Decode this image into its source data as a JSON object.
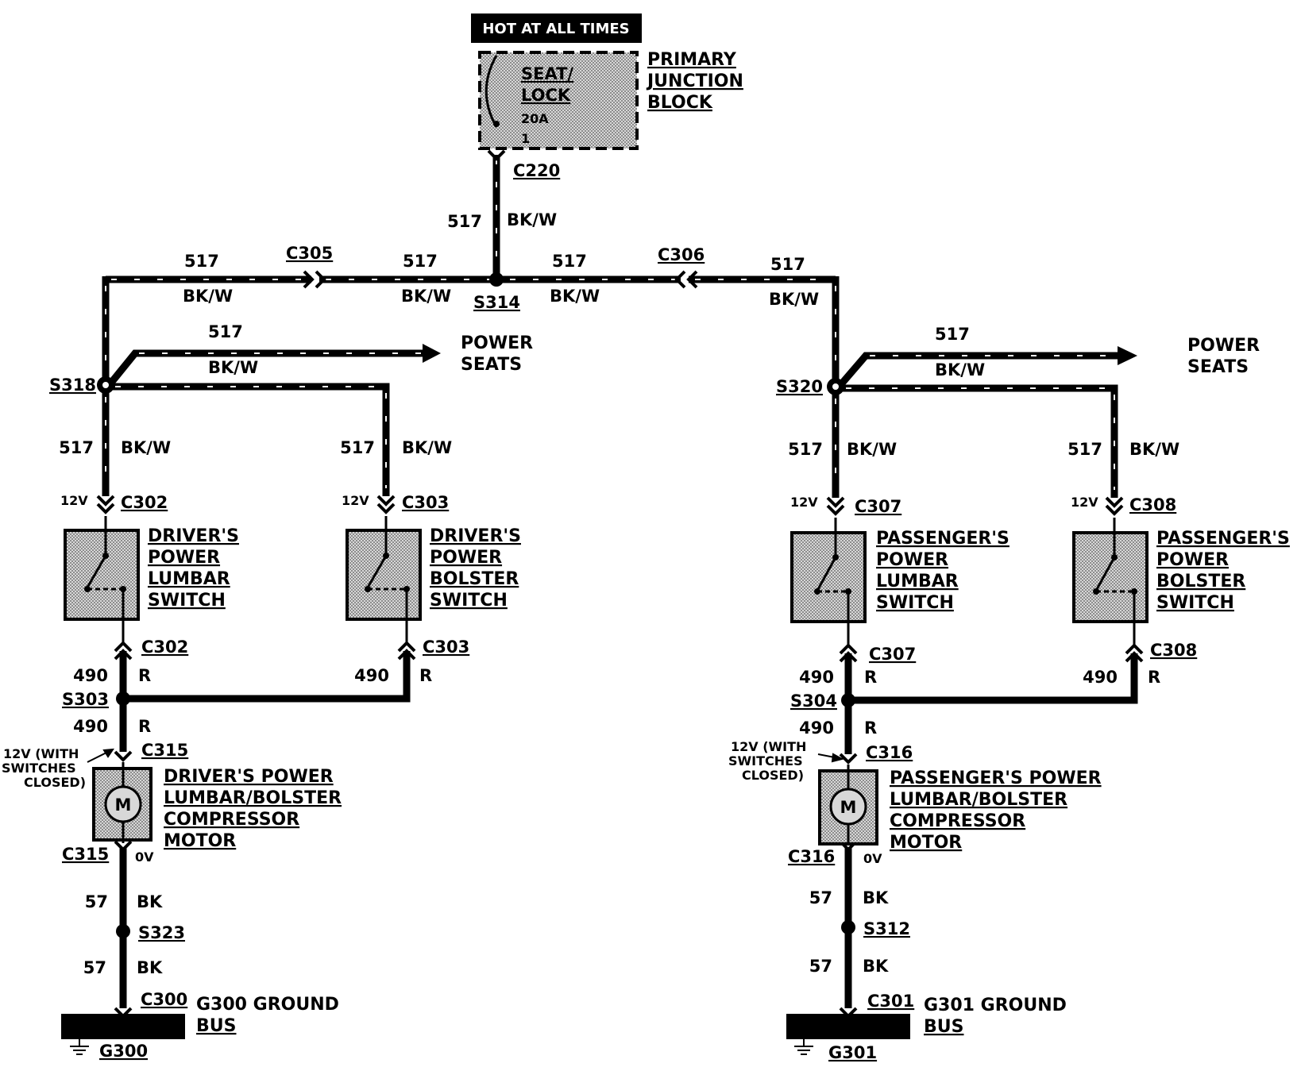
{
  "header": {
    "hot_label": "HOT AT ALL TIMES"
  },
  "junction_block": {
    "fuse_line1": "SEAT/",
    "fuse_line2": "LOCK",
    "fuse_rating": "20A",
    "fuse_number": "1",
    "title": [
      "PRIMARY",
      "JUNCTION",
      "BLOCK"
    ]
  },
  "connectors": {
    "c220": "C220",
    "c305": "C305",
    "c306": "C306",
    "c302": "C302",
    "c303": "C303",
    "c307": "C307",
    "c308": "C308",
    "c315": "C315",
    "c316": "C316",
    "c300": "C300",
    "c301": "C301"
  },
  "splices": {
    "s314": "S314",
    "s318": "S318",
    "s320": "S320",
    "s303": "S303",
    "s304": "S304",
    "s323": "S323",
    "s312": "S312"
  },
  "wires": {
    "circuit_517": "517",
    "color_bkw": "BK/W",
    "circuit_490": "490",
    "color_r": "R",
    "circuit_57": "57",
    "color_bk": "BK"
  },
  "power_seats": [
    "POWER",
    "SEATS"
  ],
  "voltages": {
    "v12": "12V",
    "v0": "0V",
    "with_switches": [
      "12V (WITH",
      "SWITCHES",
      "CLOSED)"
    ]
  },
  "components": {
    "drv_lumbar": [
      "DRIVER'S",
      "POWER",
      "LUMBAR",
      "SWITCH"
    ],
    "drv_bolster": [
      "DRIVER'S",
      "POWER",
      "BOLSTER",
      "SWITCH"
    ],
    "pas_lumbar": [
      "PASSENGER'S",
      "POWER",
      "LUMBAR",
      "SWITCH"
    ],
    "pas_bolster": [
      "PASSENGER'S",
      "POWER",
      "BOLSTER",
      "SWITCH"
    ],
    "drv_motor": [
      "DRIVER'S POWER",
      "LUMBAR/BOLSTER",
      "COMPRESSOR",
      "MOTOR"
    ],
    "pas_motor": [
      "PASSENGER'S POWER",
      "LUMBAR/BOLSTER",
      "COMPRESSOR",
      "MOTOR"
    ],
    "motor_symbol": "M"
  },
  "grounds": {
    "g300_title": [
      "G300 GROUND",
      "BUS"
    ],
    "g300": "G300",
    "g301_title": [
      "G301 GROUND",
      "BUS"
    ],
    "g301": "G301"
  }
}
